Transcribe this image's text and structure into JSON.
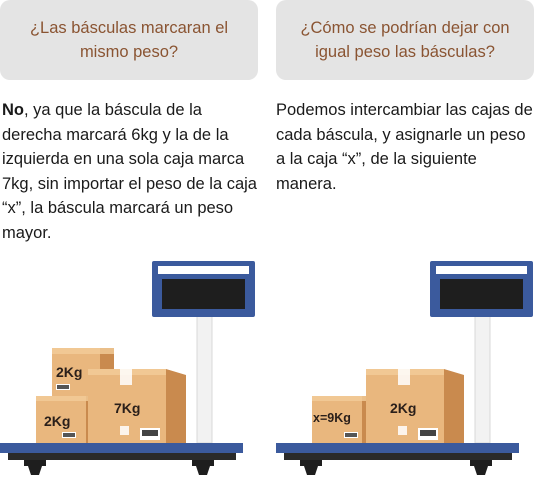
{
  "left_panel": {
    "question": "¿Las básculas marcaran el mismo peso?",
    "answer_lead": "No",
    "answer_rest": ", ya que la báscula de la derecha marcará 6kg y la de la izquierda en una sola caja marca 7kg, sin importar el peso de la caja “x”, la báscula marcará un peso mayor.",
    "boxes": {
      "top_small": "2Kg",
      "bottom_small": "2Kg",
      "big": "7Kg"
    }
  },
  "right_panel": {
    "question": "¿Cómo se podrían dejar con igual peso las básculas?",
    "answer": "Podemos intercambiar las cajas de cada báscula, y asignarle un peso a la caja “x”, de la siguiente manera.",
    "boxes": {
      "small": "x=9Kg",
      "big": "2Kg"
    }
  },
  "colors": {
    "bubble_bg": "#e4e4e4",
    "bubble_text": "#8a5432",
    "scale_blue": "#3b5a9d",
    "scale_dark": "#1e1e1e",
    "box_tan": "#e9b77e",
    "box_dark": "#c98a4e"
  }
}
